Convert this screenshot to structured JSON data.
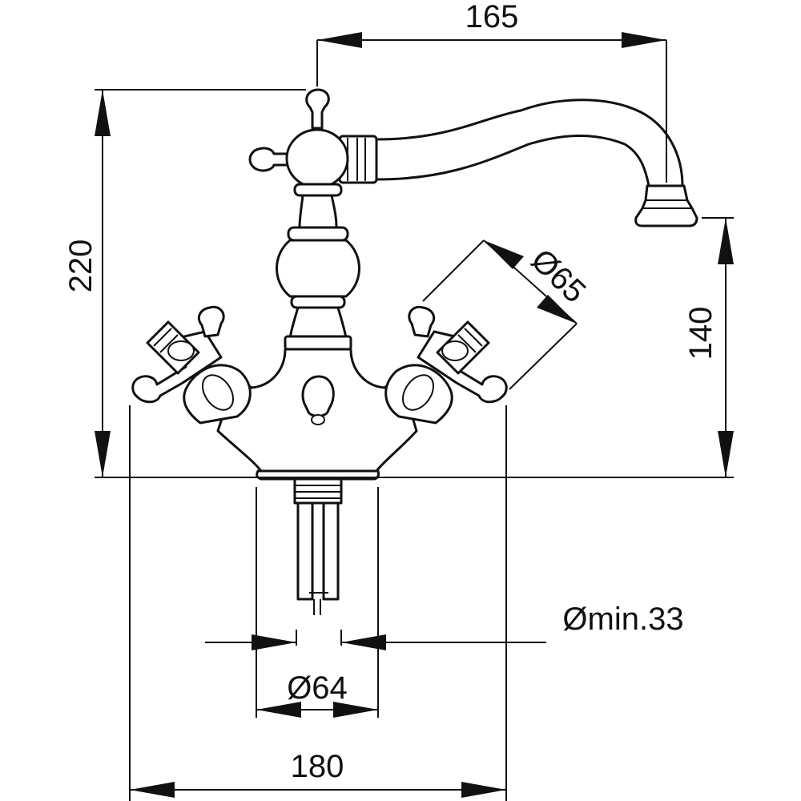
{
  "dimensions": {
    "spout_reach": "165",
    "total_height": "220",
    "spout_height": "140",
    "handle_diameter": "Ø65",
    "hole_diameter": "Ømin.33",
    "base_diameter": "Ø64",
    "total_width": "180"
  },
  "colors": {
    "line": "#111111",
    "background": "#ffffff"
  }
}
